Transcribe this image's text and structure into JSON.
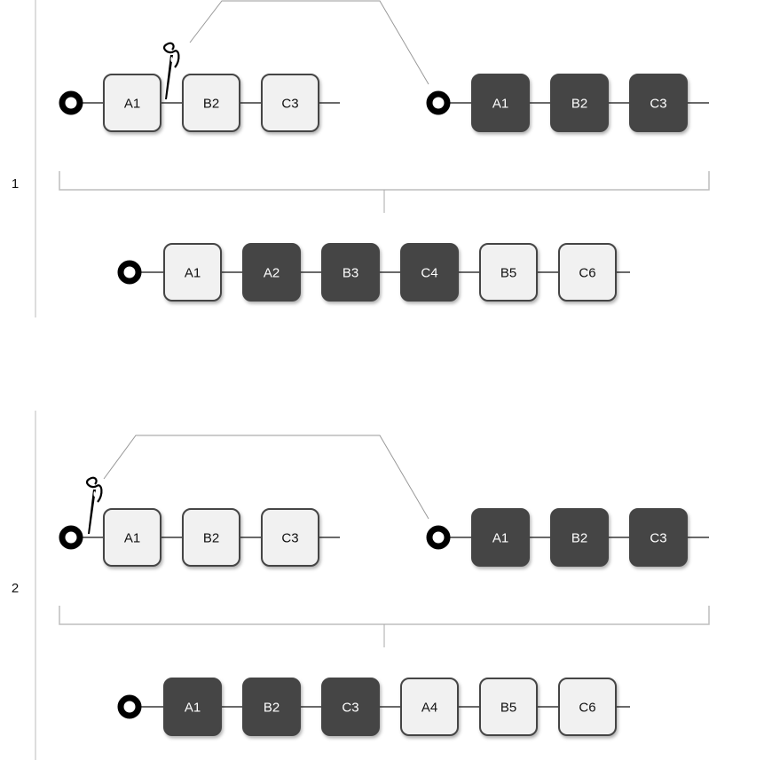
{
  "colors": {
    "light_fill": "#f1f1f1",
    "dark_fill": "#444444",
    "border": "#444444",
    "connector": "#bdbdbd"
  },
  "panels": [
    {
      "label": "1",
      "needle_icon": "needle-and-thread-icon",
      "needle_after_index": 1,
      "left_row": [
        {
          "text": "A1",
          "dark": false
        },
        {
          "text": "B2",
          "dark": false
        },
        {
          "text": "C3",
          "dark": false
        }
      ],
      "right_row": [
        {
          "text": "A1",
          "dark": true
        },
        {
          "text": "B2",
          "dark": true
        },
        {
          "text": "C3",
          "dark": true
        }
      ],
      "result_row": [
        {
          "text": "A1",
          "dark": false
        },
        {
          "text": "A2",
          "dark": true
        },
        {
          "text": "B3",
          "dark": true
        },
        {
          "text": "C4",
          "dark": true
        },
        {
          "text": "B5",
          "dark": false
        },
        {
          "text": "C6",
          "dark": false
        }
      ]
    },
    {
      "label": "2",
      "needle_icon": "needle-and-thread-icon",
      "needle_after_index": 0,
      "left_row": [
        {
          "text": "A1",
          "dark": false
        },
        {
          "text": "B2",
          "dark": false
        },
        {
          "text": "C3",
          "dark": false
        }
      ],
      "right_row": [
        {
          "text": "A1",
          "dark": true
        },
        {
          "text": "B2",
          "dark": true
        },
        {
          "text": "C3",
          "dark": true
        }
      ],
      "result_row": [
        {
          "text": "A1",
          "dark": true
        },
        {
          "text": "B2",
          "dark": true
        },
        {
          "text": "C3",
          "dark": true
        },
        {
          "text": "A4",
          "dark": false
        },
        {
          "text": "B5",
          "dark": false
        },
        {
          "text": "C6",
          "dark": false
        }
      ]
    }
  ]
}
